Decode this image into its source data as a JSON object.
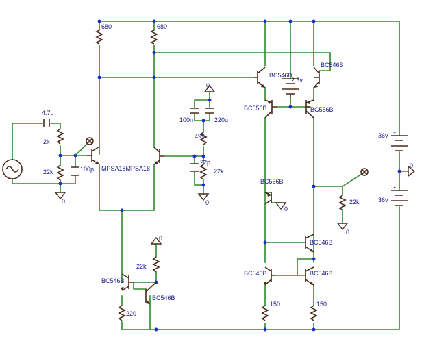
{
  "labels": {
    "r_680_left": "680",
    "r_680_right": "680",
    "c_4u7": "4.7u",
    "r_2k": "2k",
    "r_22k_input": "22k",
    "c_100p": "100p",
    "gnd_input": "0",
    "q_mpsa18_pair": "MPSA18MPSA18",
    "c_100n": "100n",
    "c_220u": "220u",
    "gnd_fb_top": "0",
    "r_499": "499",
    "c_22p": "22p",
    "r_22k_fb": "22k",
    "gnd_fb": "0",
    "q_bc546b_top_left": "BC546B",
    "q_bc546b_top_right": "BC546B",
    "v_2v3": "2.3v",
    "q_bc556b_left": "BC556B",
    "q_bc556b_right": "BC556B",
    "q_bc556b_mid": "BC556B",
    "gnd_mid": "0",
    "r_22k_out": "22k",
    "gnd_out": "0",
    "v_36_top": "36v",
    "gnd_rail": "0",
    "v_36_bot": "36v",
    "q_bc546b_mirror_top": "BC546B",
    "q_bc546b_mirror_left": "BC546B",
    "q_bc546b_mirror_right": "BC546B",
    "r_150_left": "150",
    "r_150_right": "150",
    "r_22k_bias": "22k",
    "gnd_bias": "0",
    "q_bc546b_bias_left": "BC546B",
    "q_bc546b_bias_right": "BC546B",
    "r_220": "220"
  }
}
